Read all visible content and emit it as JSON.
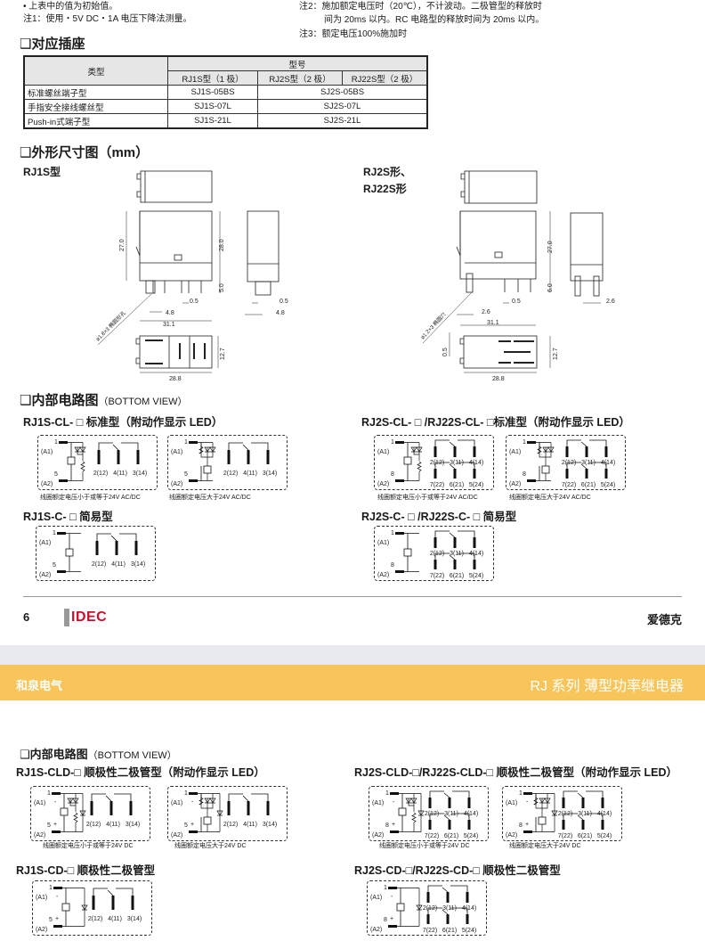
{
  "notes": {
    "bullet": "• 上表中的值为初始值。",
    "note1": "注1：使用・5V DC・1A 电压下降法测量。",
    "note2_line1": "注2：施加额定电压时（20℃），不计波动。二极管型的释放时",
    "note2_line2": "间为 20ms 以内。RC 电路型的释放时间为 20ms 以内。",
    "note3": "注3：额定电压100%施加时"
  },
  "sockets": {
    "heading": "❑对应插座",
    "col_type": "类型",
    "col_model": "型号",
    "sub_cols": [
      "RJ1S型（1 极）",
      "RJ2S型（2 极）",
      "RJ22S型（2 极）"
    ],
    "rows": [
      {
        "type": "标准螺丝端子型",
        "rj1s": "SJ1S-05BS",
        "rj2s": "SJ2S-05BS"
      },
      {
        "type": "手指安全接线螺丝型",
        "rj1s": "SJ1S-07L",
        "rj2s": "SJ2S-07L"
      },
      {
        "type": "Push-in式端子型",
        "rj1s": "SJ1S-21L",
        "rj2s": "SJ2S-21L"
      }
    ]
  },
  "dimensions": {
    "heading": "❑外形尺寸图（mm）",
    "rj1s": {
      "title": "RJ1S型",
      "height_body": "27.0",
      "height_total": "28.0",
      "pin_length": "5.0",
      "pin_width": "0.5",
      "pin_offset": "4.8",
      "length": "31.1",
      "side_pin_width": "0.5",
      "side_pin_offset": "4.8",
      "width": "12.7",
      "bottom_length": "28.8",
      "hole_note": "ø1.8×3 椭圆形孔"
    },
    "rj2s": {
      "title_line1": "RJ2S形、",
      "title_line2": "RJ22S形",
      "height_body": "27.0",
      "pin_length": "6.0",
      "pin_width": "0.5",
      "pin_offset": "2.6",
      "length": "31.1",
      "side_pin_offset": "2.6",
      "width": "12.7",
      "bottom_length": "28.8",
      "tab_offset": "0.5",
      "hole_note": "ø1.2×3 椭圆穴"
    }
  },
  "terminals": {
    "one_pole": {
      "top": "1",
      "top_alias": "(A1)",
      "bottom": "5",
      "bottom_alias": "(A2)",
      "contacts": [
        "2(12)",
        "4(11)",
        "3(14)"
      ]
    },
    "two_pole": {
      "top": "1",
      "top_alias": "(A1)",
      "bottom": "8",
      "bottom_alias": "(A2)",
      "contacts_row1": [
        "2(12)",
        "3(11)",
        "4(14)"
      ],
      "contacts_row2": [
        "7(22)",
        "6(21)",
        "5(24)"
      ]
    },
    "polarity": {
      "minus": "-",
      "plus": "+"
    }
  },
  "circuits_page1": {
    "heading": "❑内部电路图",
    "heading_sub": "（BOTTOM VIEW）",
    "rj1s_cl": {
      "title": "RJ1S-CL- □ 标准型（附动作显示 LED）",
      "caption_low": "线圈额定电压小于或等于24V AC/DC",
      "caption_high": "线圈额定电压大于24V AC/DC"
    },
    "rj2s_cl": {
      "title": "RJ2S-CL- □ /RJ22S-CL- □标准型（附动作显示 LED）",
      "caption_low": "线圈额定电压小于或等于24V AC/DC",
      "caption_high": "线圈额定电压大于24V AC/DC"
    },
    "rj1s_c": {
      "title": "RJ1S-C- □ 简易型"
    },
    "rj2s_c": {
      "title": "RJ2S-C- □ /RJ22S-C- □ 简易型"
    }
  },
  "footer": {
    "page_number": "6",
    "logo": "IDEC",
    "brand_cn": "爱德克"
  },
  "band": {
    "left": "和泉电气",
    "right": "RJ 系列 薄型功率继电器",
    "color": "#f8c55a"
  },
  "circuits_page2": {
    "heading": "❑内部电路图",
    "heading_sub": "（BOTTOM VIEW）",
    "rj1s_cld": {
      "title": "RJ1S-CLD-□ 顺极性二极管型（附动作显示 LED）",
      "caption_low": "线圈额定电压小于或等于24V DC",
      "caption_high": "线圈额定电压大于24V DC"
    },
    "rj2s_cld": {
      "title": "RJ2S-CLD-□/RJ22S-CLD-□ 顺极性二极管型（附动作显示 LED）",
      "caption_low": "线圈额定电压小于或等于24V DC",
      "caption_high": "线圈额定电压大于24V DC"
    },
    "rj1s_cd": {
      "title": "RJ1S-CD-□ 顺极性二极管型"
    },
    "rj2s_cd": {
      "title": "RJ2S-CD-□/RJ22S-CD-□ 顺极性二极管型"
    }
  }
}
